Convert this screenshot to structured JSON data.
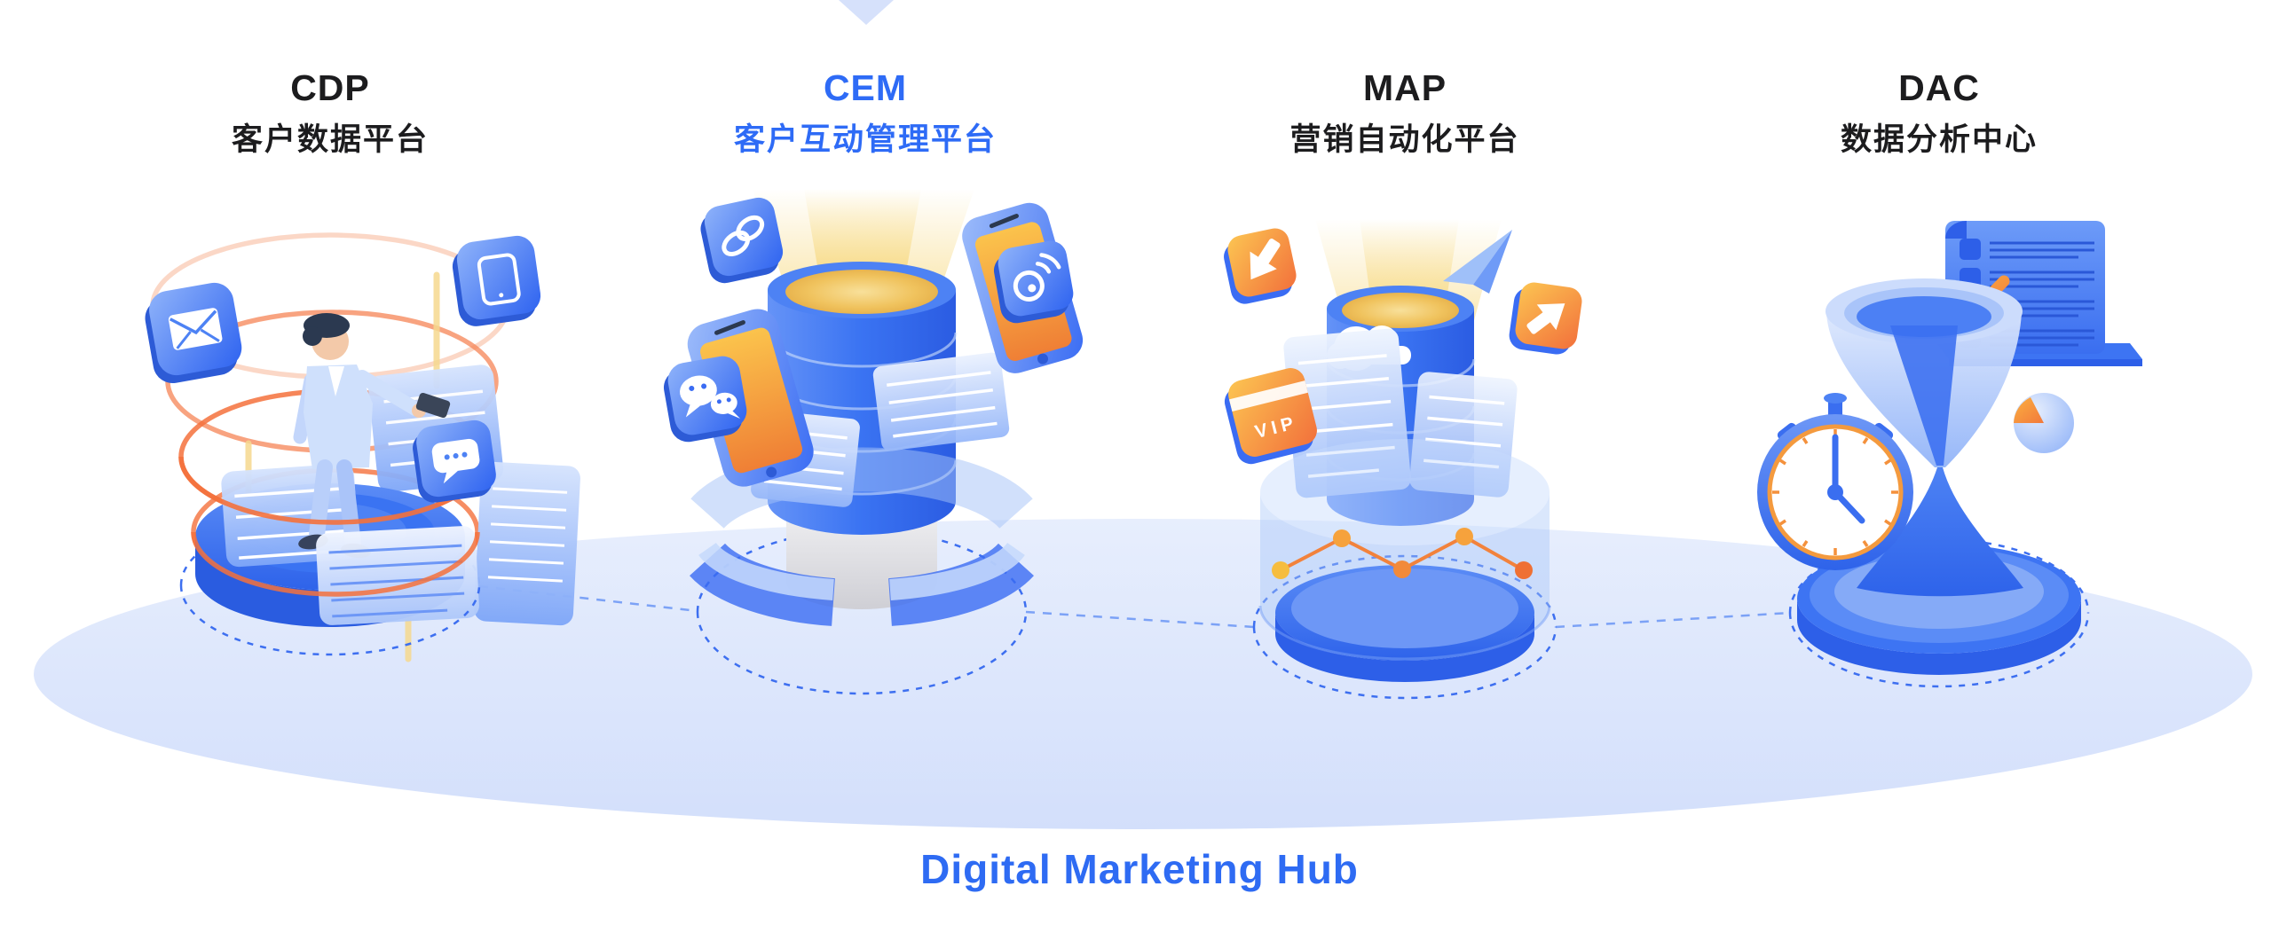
{
  "indicator": {
    "shape": "triangle-down",
    "points_to": "CEM",
    "color": "#D6E1FB"
  },
  "platforms": [
    {
      "id": "cdp",
      "acronym": "CDP",
      "name": "客户数据平台",
      "selected": false,
      "icons": [
        "mail-icon",
        "smartphone-icon",
        "chat-bubble-icon"
      ]
    },
    {
      "id": "cem",
      "acronym": "CEM",
      "name": "客户互动管理平台",
      "selected": true,
      "icons": [
        "link-icon",
        "wechat-icon",
        "weibo-icon"
      ]
    },
    {
      "id": "map",
      "acronym": "MAP",
      "name": "营销自动化平台",
      "selected": false,
      "badge_label": "VIP",
      "icons": [
        "arrow-down-right-icon",
        "arrow-up-right-icon",
        "vip-card-icon",
        "paper-plane-icon",
        "cloud-icon",
        "trend-line-chart"
      ]
    },
    {
      "id": "dac",
      "acronym": "DAC",
      "name": "数据分析中心",
      "selected": false,
      "icons": [
        "checklist-icon",
        "check-mark-icon",
        "stopwatch-icon",
        "pie-sphere-icon",
        "hourglass-icon"
      ]
    }
  ],
  "footer": {
    "label": "Digital Marketing Hub"
  },
  "colors": {
    "accent_blue": "#2E6BF6",
    "title_dark": "#1C1C1E",
    "accent_orange": "#F4713C",
    "platform_ellipse": "#DCE6FB",
    "dashed_line": "#5B8CF6"
  }
}
